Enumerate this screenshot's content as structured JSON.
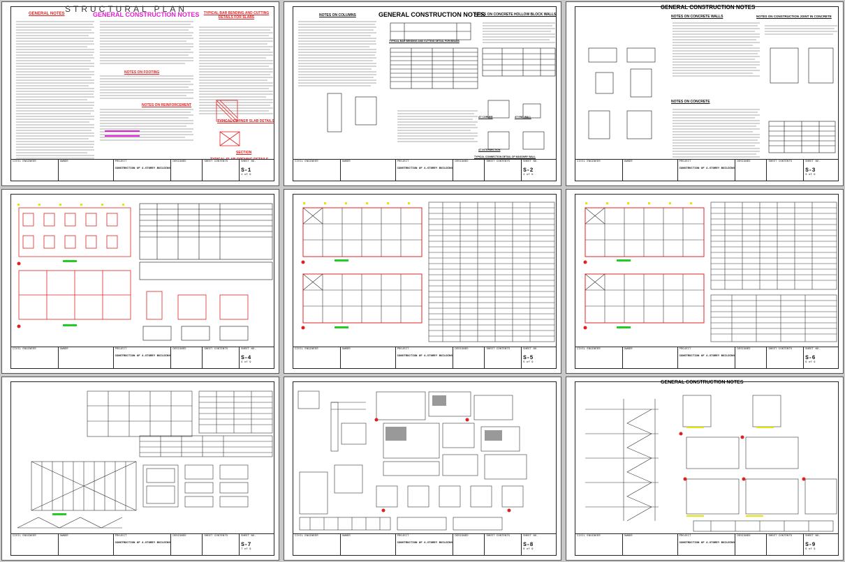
{
  "sheets": [
    {
      "id": "S-1",
      "headings": {
        "title": "STRUCTURAL PLAN",
        "main": "GENERAL CONSTRUCTION NOTES",
        "left": "GENERAL NOTES",
        "right": "TYPICAL BAR BENDING AND CUTTING DETAILS FOR SLABS",
        "footing": "NOTES ON FOOTING",
        "reinf": "NOTES ON REINFORCEMENT",
        "corner": "TYPICAL CORNER SLAB DETAILS",
        "section": "SECTION",
        "opening": "TYPICAL SLAB OPENING DETAILS"
      },
      "title_block": {
        "col1": "CIVIL ENGINEER",
        "col2": "OWNER",
        "col3": "PROJECT",
        "col4": "DESIGNED",
        "col5": "SHEET CONTENTS",
        "col6": "SHEET NO.",
        "project": "CONSTRUCTION OF 4-STOREY BUILDING",
        "sheet_no": "S-1",
        "of": "1 of 9"
      }
    },
    {
      "id": "S-2",
      "headings": {
        "main": "GENERAL CONSTRUCTION NOTES",
        "columns": "NOTES ON COLUMNS",
        "hollow": "NOTES ON CONCRETE HOLLOW BLOCK WALLS",
        "bending": "TYPICAL BAR BENDING AND CUTTING DETAIL FOR BEAMS",
        "corner": "AT CORNER",
        "endwall": "AT END WALL",
        "intersection": "AT INTERSECTION",
        "connection": "TYPICAL CONNECTION DETAIL OF MASONRY WALL"
      },
      "title_block": {
        "col1": "CIVIL ENGINEER",
        "col2": "OWNER",
        "col3": "PROJECT",
        "col4": "DESIGNED",
        "col5": "SHEET CONTENTS",
        "col6": "SHEET NO.",
        "project": "CONSTRUCTION OF 4-STOREY BUILDING",
        "sheet_no": "S-2",
        "of": "2 of 9"
      }
    },
    {
      "id": "S-3",
      "headings": {
        "main": "GENERAL CONSTRUCTION NOTES",
        "walls": "NOTES ON CONCRETE WALLS",
        "joint": "NOTES ON CONSTRUCTION JOINT IN CONCRETE",
        "concrete": "NOTES ON CONCRETE"
      },
      "title_block": {
        "col1": "CIVIL ENGINEER",
        "col2": "OWNER",
        "col3": "PROJECT",
        "col4": "DESIGNED",
        "col5": "SHEET CONTENTS",
        "col6": "SHEET NO.",
        "project": "CONSTRUCTION OF 4-STOREY BUILDING",
        "sheet_no": "S-3",
        "of": "3 of 9"
      }
    },
    {
      "id": "S-4",
      "headings": {},
      "title_block": {
        "col1": "CIVIL ENGINEER",
        "col2": "OWNER",
        "col3": "PROJECT",
        "col4": "DESIGNED",
        "col5": "SHEET CONTENTS",
        "col6": "SHEET NO.",
        "project": "CONSTRUCTION OF 4-STOREY BUILDING",
        "sheet_no": "S-4",
        "of": "4 of 9"
      }
    },
    {
      "id": "S-5",
      "headings": {},
      "title_block": {
        "col1": "CIVIL ENGINEER",
        "col2": "OWNER",
        "col3": "PROJECT",
        "col4": "DESIGNED",
        "col5": "SHEET CONTENTS",
        "col6": "SHEET NO.",
        "project": "CONSTRUCTION OF 4-STOREY BUILDING",
        "sheet_no": "S-5",
        "of": "5 of 9"
      }
    },
    {
      "id": "S-6",
      "headings": {},
      "title_block": {
        "col1": "CIVIL ENGINEER",
        "col2": "OWNER",
        "col3": "PROJECT",
        "col4": "DESIGNED",
        "col5": "SHEET CONTENTS",
        "col6": "SHEET NO.",
        "project": "CONSTRUCTION OF 4-STOREY BUILDING",
        "sheet_no": "S-6",
        "of": "6 of 9"
      }
    },
    {
      "id": "S-7",
      "headings": {},
      "title_block": {
        "col1": "CIVIL ENGINEER",
        "col2": "OWNER",
        "col3": "PROJECT",
        "col4": "DESIGNED",
        "col5": "SHEET CONTENTS",
        "col6": "SHEET NO.",
        "project": "CONSTRUCTION OF 4-STOREY BUILDING",
        "sheet_no": "S-7",
        "of": "7 of 9"
      }
    },
    {
      "id": "S-8",
      "headings": {},
      "title_block": {
        "col1": "CIVIL ENGINEER",
        "col2": "OWNER",
        "col3": "PROJECT",
        "col4": "DESIGNED",
        "col5": "SHEET CONTENTS",
        "col6": "SHEET NO.",
        "project": "CONSTRUCTION OF 4-STOREY BUILDING",
        "sheet_no": "S-8",
        "of": "8 of 9"
      }
    },
    {
      "id": "S-9",
      "headings": {
        "main": "GENERAL CONSTRUCTION NOTES"
      },
      "title_block": {
        "col1": "CIVIL ENGINEER",
        "col2": "OWNER",
        "col3": "PROJECT",
        "col4": "DESIGNED",
        "col5": "SHEET CONTENTS",
        "col6": "SHEET NO.",
        "project": "CONSTRUCTION OF 4-STOREY BUILDING",
        "sheet_no": "S-9",
        "of": "9 of 9"
      }
    }
  ],
  "colors": {
    "red": "#e02020",
    "yellow": "#e6e600",
    "green": "#22cc22",
    "magenta": "#e020d0",
    "ink": "#111111"
  }
}
